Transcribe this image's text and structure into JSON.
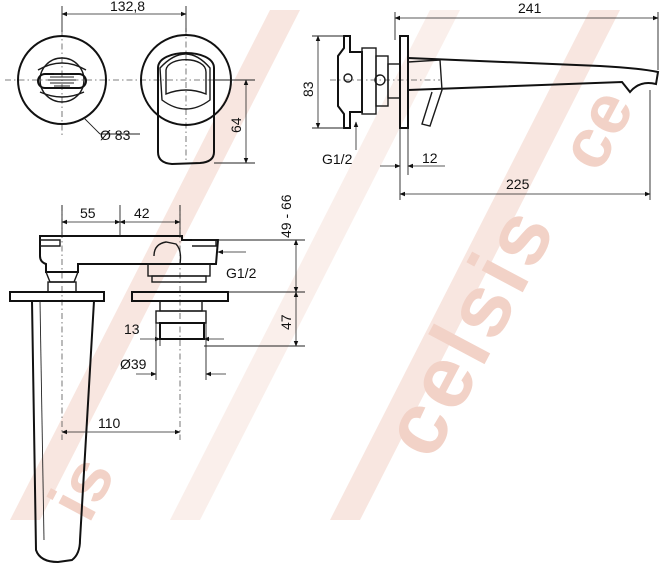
{
  "watermark": {
    "brand": "celsis",
    "color": "#f2d2c7"
  },
  "line_color": "#1a1a1a",
  "dimensions": {
    "width_front": "132,8",
    "depth_total": "241",
    "height_plate": "83",
    "height_lever": "64",
    "rosette_diameter": "Ø 83",
    "connection_side": "G1/2",
    "plate_offset": "12",
    "spout_reach": "225",
    "top_left": "55",
    "top_mid": "42",
    "install_depth": "49 - 66",
    "connection_top": "G1/2",
    "body_depth": "47",
    "thread_length": "13",
    "body_diameter": "Ø39",
    "spout_offset": "110"
  }
}
